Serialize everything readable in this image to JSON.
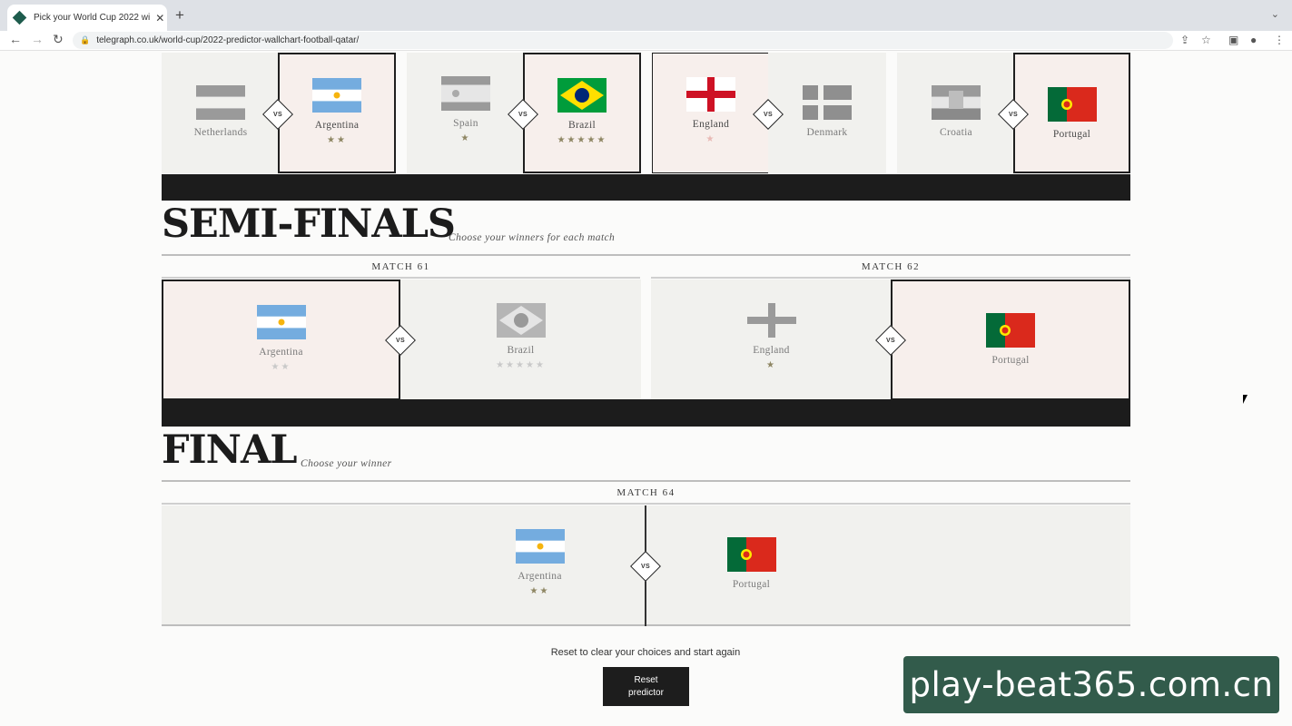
{
  "browser": {
    "tab_title": "Pick your World Cup 2022 wi",
    "tab_close": "✕",
    "new_tab": "+",
    "tab_menu": "⌄",
    "url": "telegraph.co.uk/world-cup/2022-predictor-wallchart-football-qatar/",
    "back": "←",
    "forward": "→",
    "reload": "↻",
    "lock": "🔒",
    "share": "⇪",
    "bookmark": "☆",
    "sidepanel": "▣",
    "profile": "●",
    "menu": "⋮"
  },
  "vs_label": "VS",
  "quarter_finals": [
    {
      "left": {
        "name": "Netherlands",
        "flag": "netherlands",
        "stars": ""
      },
      "right": {
        "name": "Argentina",
        "flag": "argentina",
        "stars": "★★"
      },
      "winner": "right"
    },
    {
      "left": {
        "name": "Spain",
        "flag": "spain",
        "stars": "★"
      },
      "right": {
        "name": "Brazil",
        "flag": "brazil",
        "stars": "★★★★★"
      },
      "winner": "right"
    },
    {
      "left": {
        "name": "England",
        "flag": "england",
        "stars": "★"
      },
      "right": {
        "name": "Denmark",
        "flag": "denmark",
        "stars": ""
      },
      "winner": "left"
    },
    {
      "left": {
        "name": "Croatia",
        "flag": "croatia",
        "stars": ""
      },
      "right": {
        "name": "Portugal",
        "flag": "portugal",
        "stars": ""
      },
      "winner": "right"
    }
  ],
  "semi_finals": {
    "title": "SEMI-FINALS",
    "subtitle": "Choose your winners for each match",
    "matches": [
      {
        "label": "MATCH 61",
        "left": {
          "name": "Argentina",
          "stars": "★★"
        },
        "right": {
          "name": "Brazil",
          "stars": "★★★★★"
        },
        "winner": "left"
      },
      {
        "label": "MATCH 62",
        "left": {
          "name": "England",
          "stars": "★"
        },
        "right": {
          "name": "Portugal",
          "stars": ""
        },
        "winner": "right"
      }
    ]
  },
  "final": {
    "title": "FINAL",
    "subtitle": "Choose your winner",
    "label": "MATCH 64",
    "left": {
      "name": "Argentina",
      "stars": "★★"
    },
    "right": {
      "name": "Portugal",
      "stars": ""
    }
  },
  "reset": {
    "text": "Reset to clear your choices and start again",
    "button": "Reset predictor"
  },
  "watermark": "play-beat365.com.cn",
  "colors": {
    "winner_bg": "#f7efec",
    "card_bg": "#f1f1ee",
    "bar": "#1c1c1c",
    "star": "#8e8663"
  }
}
